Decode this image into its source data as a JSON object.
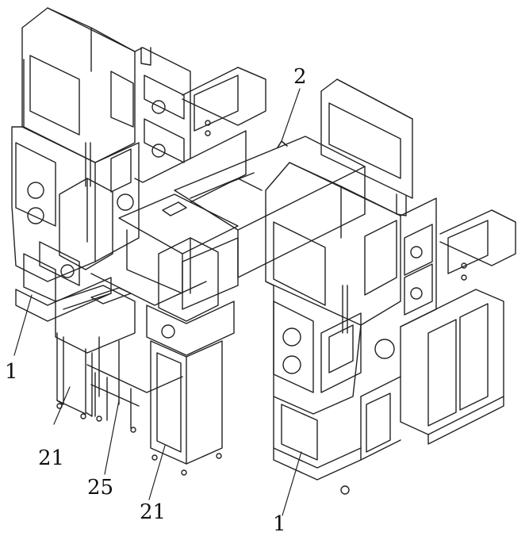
{
  "figure": {
    "labels": {
      "unit_left": "1",
      "unit_right": "1",
      "connector": "2",
      "cart_left": "21",
      "cart_middle": "21",
      "part_25": "25"
    }
  }
}
